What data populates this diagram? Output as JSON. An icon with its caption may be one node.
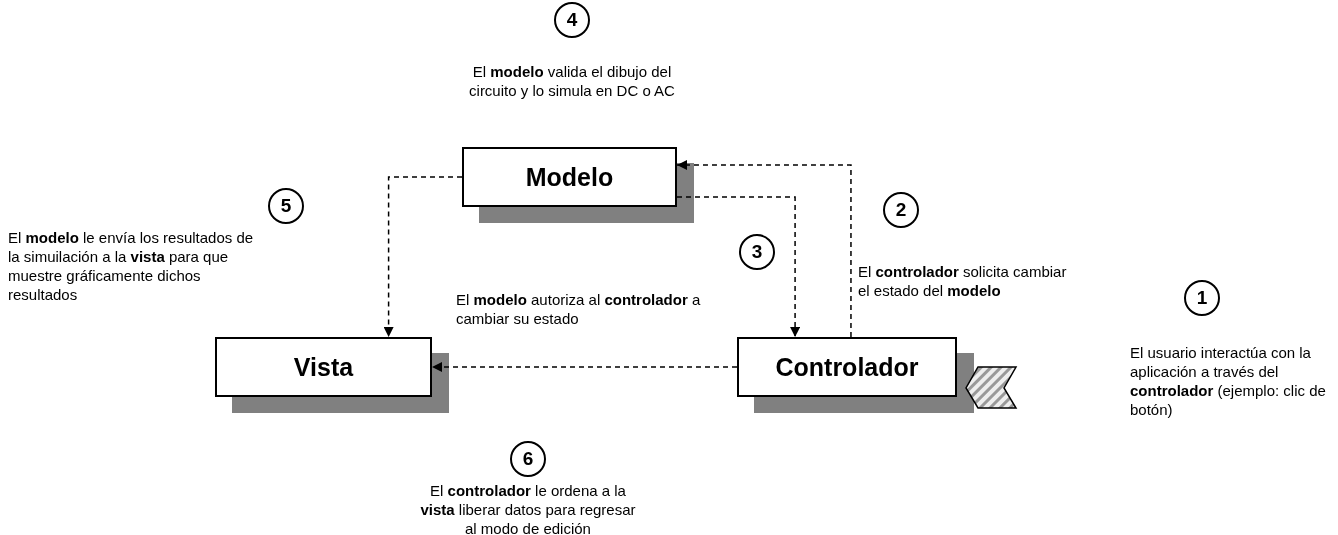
{
  "diagram": {
    "nodes": [
      {
        "text": [
          "4"
        ],
        "beside": [
          "El **modelo** valida el dibujo del circuito y lo simula en DC o AC"
        ]
      },
      {
        "text": [
          "Modelo"
        ]
      },
      {
        "text": [
          "5"
        ],
        "beside": [
          "El **modelo** le envía los resultados de la simuilación a la **vista** para que muestre gráficamente dichos resultados"
        ]
      },
      {
        "text": [
          "2"
        ],
        "beside": [
          "El **controlador** solicita cambiar el estado del **modelo**"
        ]
      },
      {
        "text": [
          "3"
        ]
      },
      {
        "text": [
          "1"
        ],
        "beside": [
          "El usuario interactúa con la aplicación a través del **controlador** (ejemplo: clic de botón)"
        ]
      },
      {
        "text": [
          "Vista"
        ]
      },
      {
        "text": [
          "Controlador"
        ]
      },
      {
        "text": [
          "6"
        ],
        "beside": [
          "El **controlador** le ordena a la **vista** liberar datos para regresar al modo de edición"
        ]
      }
    ],
    "edges": [
      {
        "from": 1,
        "to": 6,
        "arrow": "to",
        "style": "dashed"
      },
      {
        "from": 7,
        "to": 1,
        "arrow": "to",
        "style": "dashed"
      },
      {
        "from": 1,
        "to": 7,
        "arrow": "to",
        "style": "dashed"
      },
      {
        "from": 7,
        "to": 6,
        "arrow": "to",
        "style": "dashed"
      }
    ],
    "labels": [
      "El **modelo** autoriza al **controlador** a cambiar su estado"
    ]
  }
}
